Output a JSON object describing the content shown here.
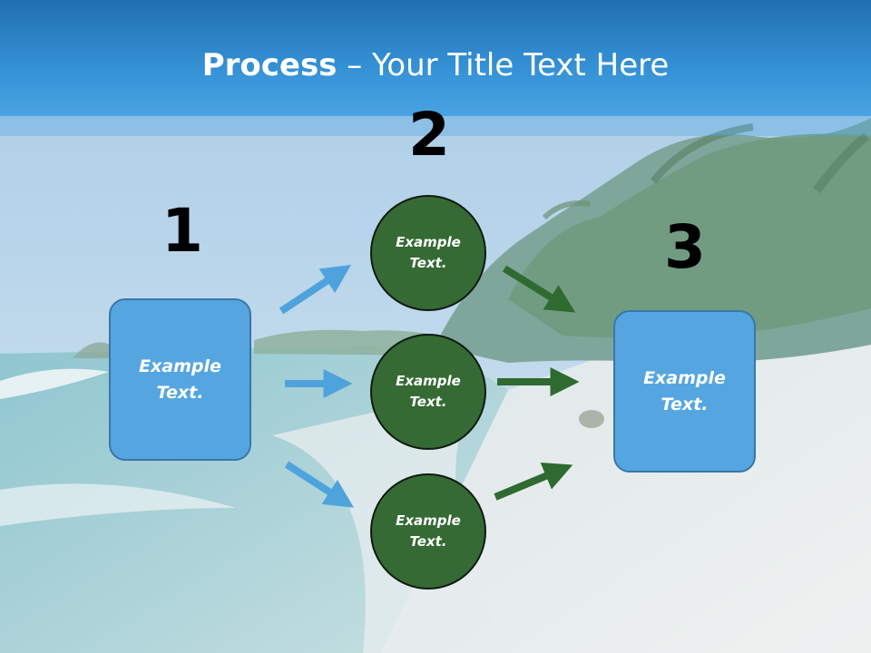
{
  "title": {
    "bold": "Process",
    "rest": " – Your Title Text Here"
  },
  "steps": [
    {
      "number": "1",
      "text_line1": "Example",
      "text_line2": "Text."
    },
    {
      "number": "2",
      "text_line1": "Example",
      "text_line2": "Text."
    },
    {
      "number": "3",
      "text_line1": "Example",
      "text_line2": "Text."
    }
  ],
  "middle_circles": [
    {
      "line1": "Example",
      "line2": "Text."
    },
    {
      "line1": "Example",
      "line2": "Text."
    },
    {
      "line1": "Example",
      "line2": "Text."
    }
  ],
  "colors": {
    "box_fill": "#55a6e0",
    "circle_fill": "#356a34",
    "arrow_blue": "#4ea3dc",
    "arrow_green": "#2f6a30",
    "header_blue": "#2f88cc"
  }
}
